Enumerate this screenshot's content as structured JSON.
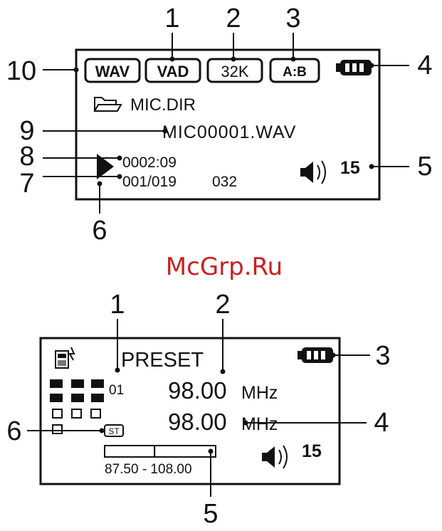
{
  "recorder_panel": {
    "badges": {
      "format": "WAV",
      "vad": "VAD",
      "bitrate": "32K",
      "ab_repeat": "A:B"
    },
    "folder_name": "MIC.DIR",
    "file_name": "MIC00001.WAV",
    "elapsed_time": "0002:09",
    "track_count": "001/019",
    "bitrate_value": "032",
    "volume": "15",
    "callouts": [
      "1",
      "2",
      "3",
      "4",
      "5",
      "6",
      "7",
      "8",
      "9",
      "10"
    ]
  },
  "watermark": "McGrp.Ru",
  "radio_panel": {
    "mode_label": "PRESET",
    "preset_number": "01",
    "frequency_main": "98.00",
    "frequency_sub": "98.00",
    "unit": "MHz",
    "stereo_badge": "ST",
    "band_range": "87.50 - 108.00",
    "tuning_level": 0.45,
    "volume": "15",
    "callouts": [
      "1",
      "2",
      "3",
      "4",
      "5",
      "6"
    ]
  },
  "colors": {
    "ink": "#111111",
    "watermark": "#cc1f1f"
  }
}
